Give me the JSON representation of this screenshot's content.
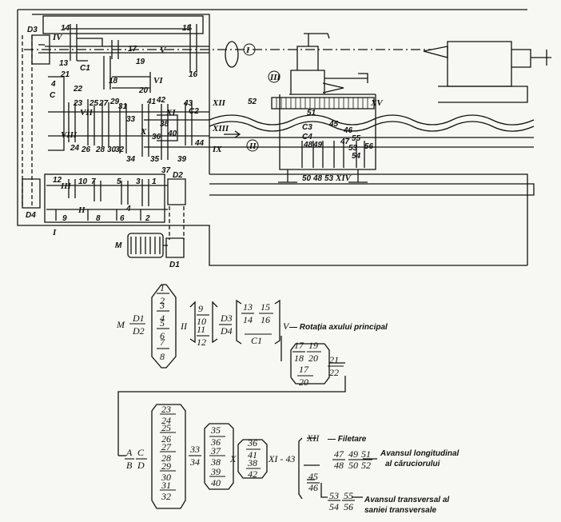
{
  "diagram": {
    "gears": {
      "g1": "1",
      "g2": "2",
      "g3": "3",
      "g4": "4",
      "g5": "5",
      "g6": "6",
      "g7": "7",
      "g8": "8",
      "g9": "9",
      "g10": "10",
      "g12": "12",
      "g13": "13",
      "g14": "14",
      "g15": "15",
      "g16": "16",
      "g17": "17",
      "g18": "18",
      "g19": "19",
      "g20": "20",
      "g21": "21",
      "g22": "22",
      "g23": "23",
      "g24": "24",
      "g25": "25",
      "g26": "26",
      "g27": "27",
      "g28": "28",
      "g29": "29",
      "g30": "30",
      "g31": "31",
      "g32": "32",
      "g33": "33",
      "g34": "34",
      "g35": "35",
      "g36": "36",
      "g37": "37",
      "g38": "38",
      "g39": "39",
      "g40": "40",
      "g41": "41",
      "g42": "42",
      "g43": "43",
      "g44": "44",
      "g45": "45",
      "g46": "46",
      "g47": "47",
      "g48": "48",
      "g49": "49",
      "g50": "50",
      "g51": "51",
      "g52": "52",
      "g53": "53",
      "g54": "54",
      "g55": "55",
      "g56": "56"
    },
    "shafts": {
      "i": "I",
      "ii": "II",
      "iii": "III",
      "iv": "IV",
      "v": "V",
      "vi": "VI",
      "vii": "VII",
      "viii": "VIII",
      "ix": "IX",
      "x": "X",
      "xi": "XI",
      "xii": "XII",
      "xiii": "XIII",
      "xiv": "XIV",
      "xv": "XV"
    },
    "circled": {
      "one": "I",
      "two": "II",
      "three": "III"
    },
    "pulleys": {
      "d1": "D1",
      "d2": "D2",
      "d3": "D3",
      "d4": "D4"
    },
    "motor": "M",
    "clutches": {
      "c": "C",
      "c1": "C1",
      "c2": "C2",
      "c3": "C3",
      "c4": "C4"
    }
  },
  "formula": {
    "upper": {
      "motor": "M",
      "d1": "D1",
      "d2": "D2",
      "r1": {
        "n": "1",
        "d": "2"
      },
      "r2": {
        "n": "3",
        "d": "4"
      },
      "r3": {
        "n": "5",
        "d": "6"
      },
      "r4": {
        "n": "7",
        "d": "8"
      },
      "shaft_ii": "II",
      "r5": {
        "n": "9",
        "d": "10"
      },
      "r6": {
        "n": "11",
        "d": "12"
      },
      "d3": "D3",
      "d4": "D4",
      "r7": {
        "n": "13",
        "d": "14"
      },
      "r8": {
        "n": "15",
        "d": "16"
      },
      "c1": "C1",
      "shaft_v": "V",
      "label_spindle": "— Rotația axului principal",
      "r9": {
        "n": "17",
        "d": "18"
      },
      "r10": {
        "n": "19",
        "d": "20"
      },
      "r11": {
        "n": "17",
        "d": "20"
      },
      "r12": {
        "n": "21",
        "d": "22"
      }
    },
    "lower": {
      "a": "A",
      "b": "B",
      "c": "C",
      "d": "D",
      "r1": {
        "n": "23",
        "d": "24"
      },
      "r2": {
        "n": "25",
        "d": "26"
      },
      "r3": {
        "n": "27",
        "d": "28"
      },
      "r4": {
        "n": "29",
        "d": "30"
      },
      "r5": {
        "n": "31",
        "d": "32"
      },
      "r6": {
        "n": "33",
        "d": "34"
      },
      "r7": {
        "n": "35",
        "d": "36"
      },
      "r8": {
        "n": "37",
        "d": "38"
      },
      "r9": {
        "n": "39",
        "d": "40"
      },
      "shaft_x": "X",
      "r10": {
        "n": "36",
        "d": "41"
      },
      "r11": {
        "n": "38",
        "d": "42"
      },
      "xi_43": "XI - 43",
      "shaft_xii": "XII",
      "label_threading": "— Filetare",
      "r12": {
        "n": "47",
        "d": "48"
      },
      "r13": {
        "n": "49",
        "d": "50"
      },
      "r14": {
        "n": "51",
        "d": "52"
      },
      "label_long_1": "Avansul longitudinal",
      "label_long_2": "al căruciorului",
      "r15": {
        "n": "45",
        "d": "46"
      },
      "r16": {
        "n": "53",
        "d": "54"
      },
      "r17": {
        "n": "55",
        "d": "56"
      },
      "label_trans_1": "Avansul transversal al",
      "label_trans_2": "saniei transversale"
    }
  }
}
